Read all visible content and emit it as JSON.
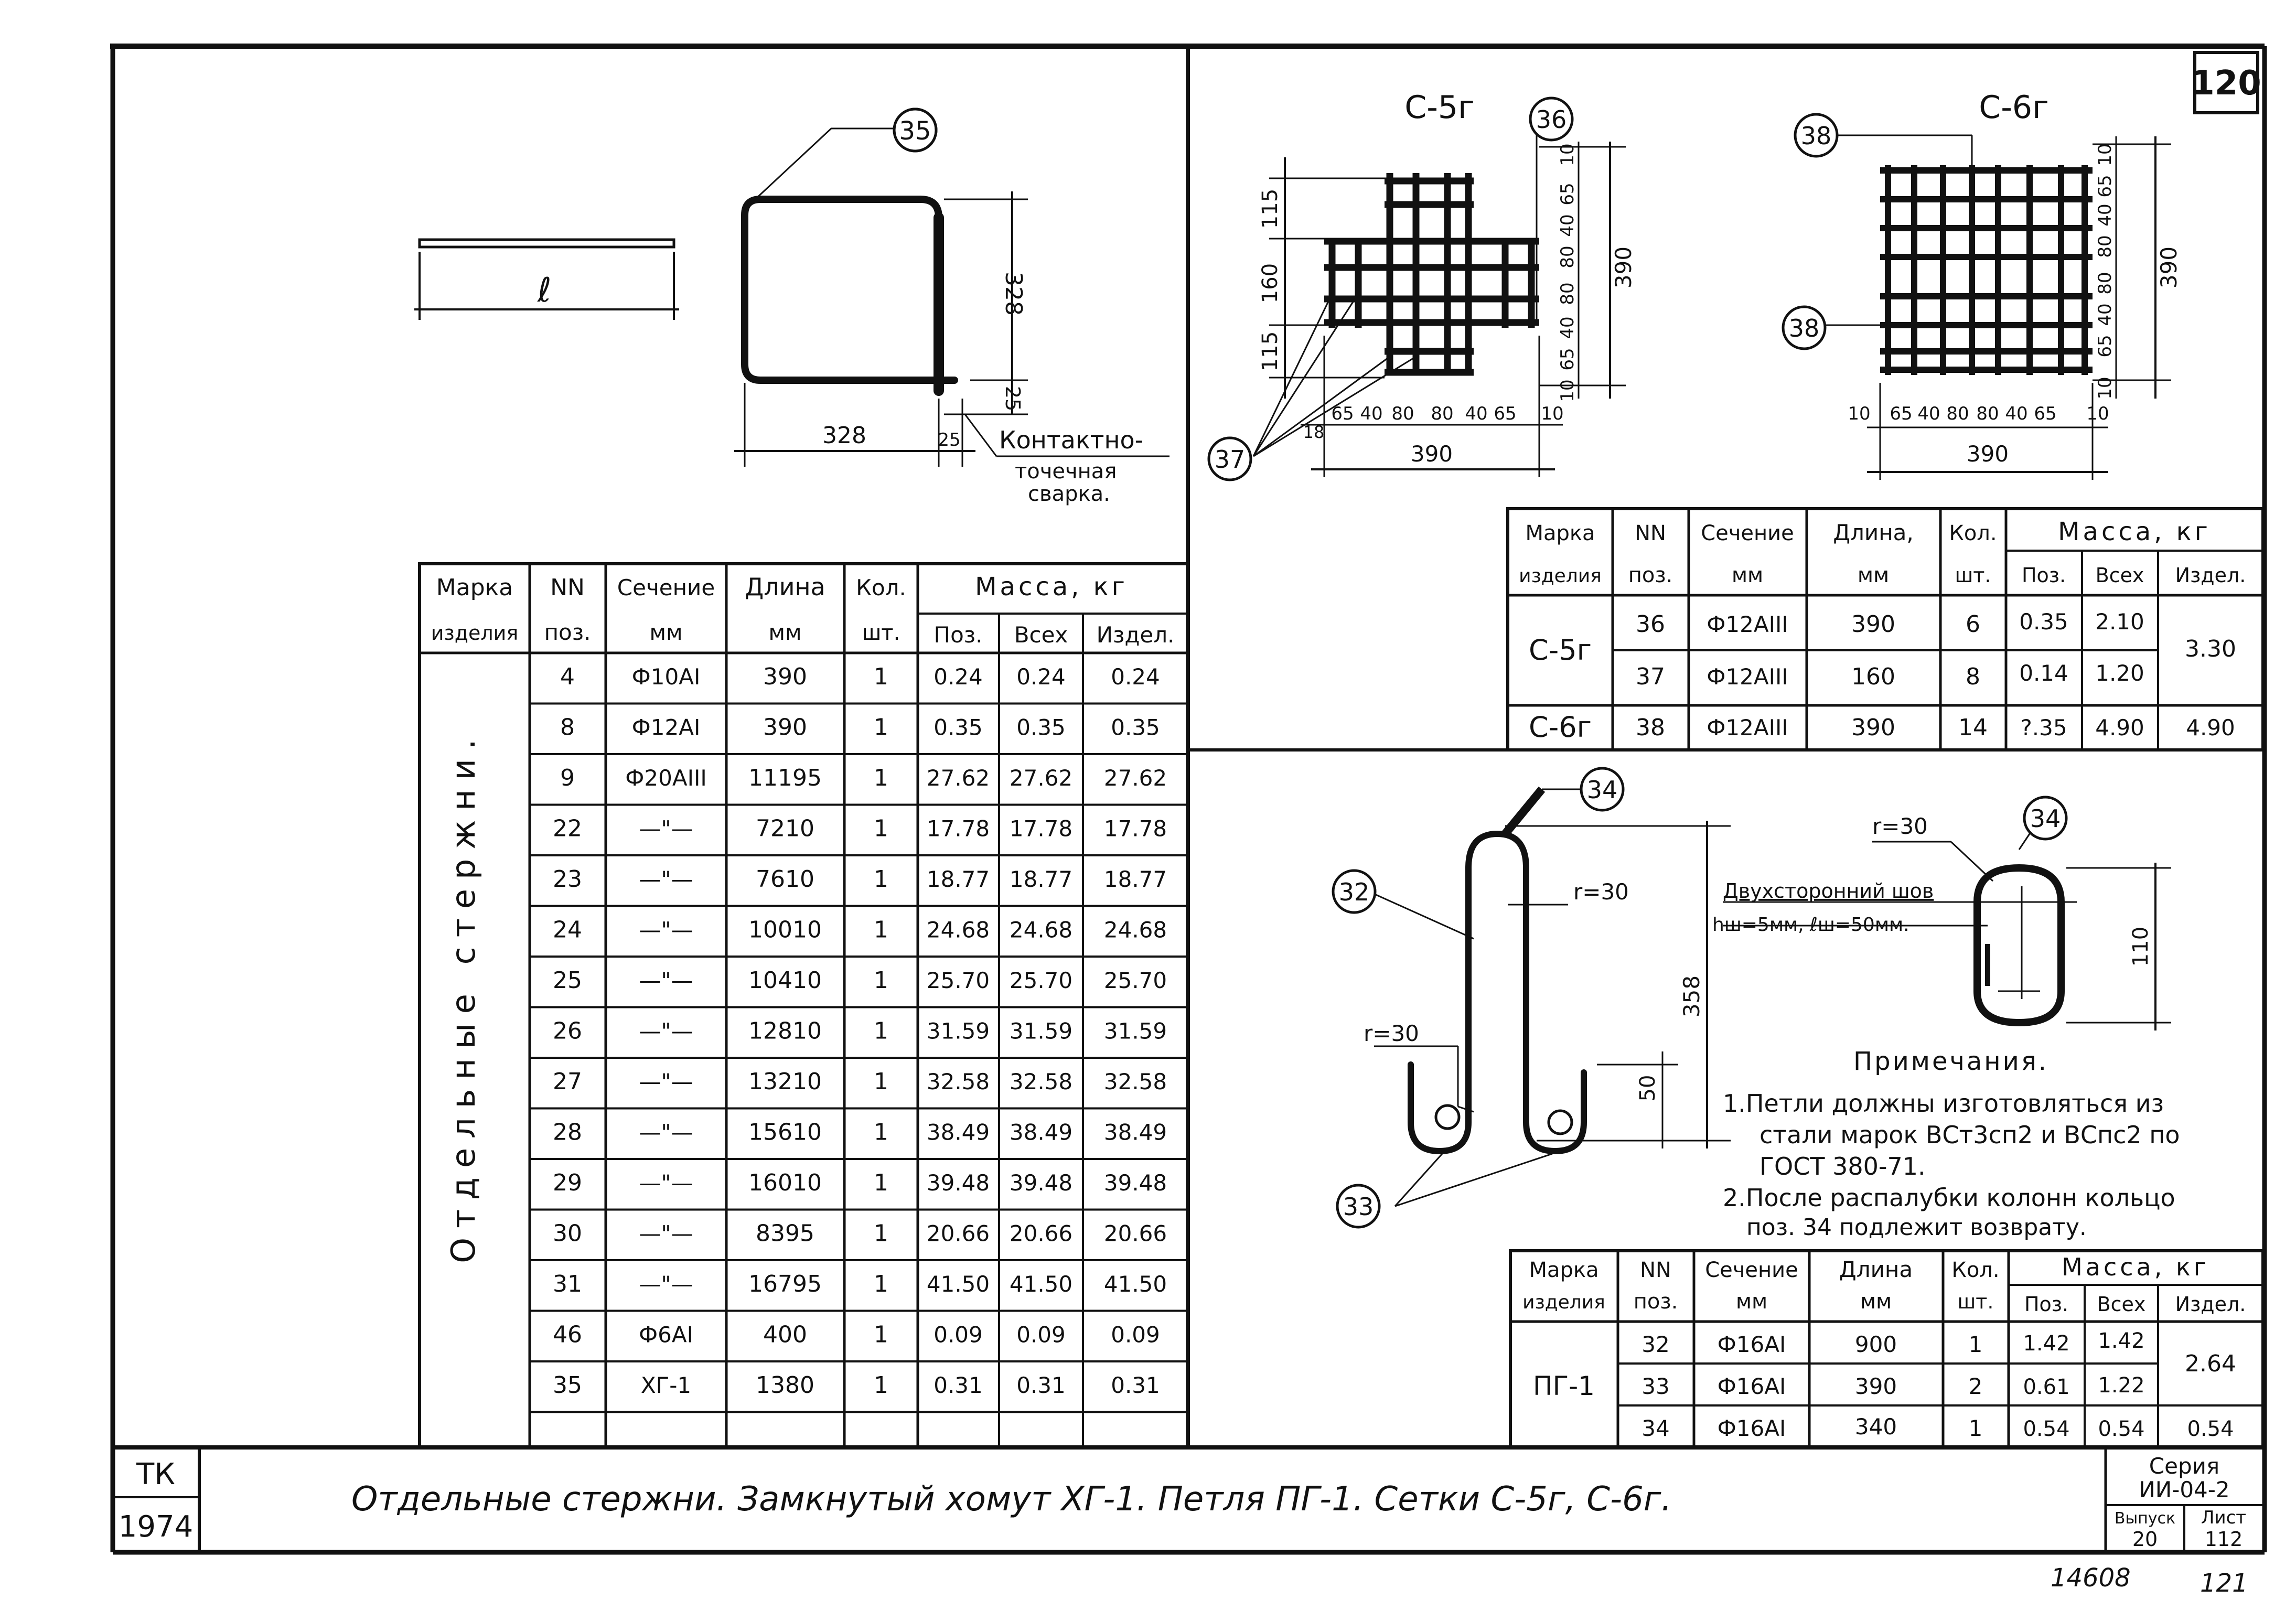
{
  "sheet_number": "120",
  "stamp": {
    "tk": "ТК",
    "year": "1974"
  },
  "title": "Отдельные стержни. Замкнутый хомут ХГ-1. Петля ПГ-1. Сетки С-5г, С-6г.",
  "series": {
    "label": "Серия",
    "value": "ИИ-04-2",
    "issue_label": "Выпуск",
    "issue": "20",
    "sheet_label": "Лист",
    "sheet": "112"
  },
  "footer": {
    "archive_no": "14608",
    "page": "121"
  },
  "side_label": "ОТДЕЛЬНЫЕ СТЕРЖНИ.",
  "bar_sketch": {
    "length_label": "ℓ"
  },
  "stirrup": {
    "callout": "35",
    "dim_height": "328",
    "dim_width": "328",
    "dim_hook": "25",
    "dim_hook2": "25",
    "weld_note": [
      "Контактно-",
      "точечная",
      "сварка."
    ]
  },
  "mesh_c5": {
    "title": "С-5г",
    "callout_bar": "36",
    "callout_short": "37",
    "dims_left": [
      "115",
      "160",
      "115"
    ],
    "dims_right": [
      "10",
      "65",
      "40",
      "80",
      "80",
      "40",
      "65",
      "10"
    ],
    "total_right": "390",
    "dims_bottom": [
      "18",
      "65",
      "40",
      "80",
      "80",
      "40",
      "65",
      "10"
    ],
    "total_bottom": "390"
  },
  "mesh_c6": {
    "title": "С-6г",
    "callout_top": "38",
    "callout_mid": "38",
    "dims_right": [
      "10",
      "65",
      "40",
      "80",
      "80",
      "40",
      "65",
      "10"
    ],
    "total_right": "390",
    "dims_bottom": [
      "10",
      "65",
      "40",
      "80",
      "80",
      "40",
      "65",
      "10"
    ],
    "total_bottom": "390"
  },
  "loop": {
    "callout_main": "32",
    "callout_ring": "34",
    "callout_bend": "33",
    "r_top": "r=30",
    "r_bottom": "r=30",
    "dim_height": "358",
    "dim_hook": "50",
    "ring_r": "r=30",
    "ring_callout": "34",
    "ring_dim": "110",
    "weld_label": "Двухсторонний шов",
    "weld_dims": "hш=5мм, ℓш=50мм."
  },
  "notes": {
    "title": "Примечания.",
    "lines": [
      "1.Петли должны изготовляться из",
      "стали марок ВСт3сп2 и ВСпс2 по",
      "ГОСТ 380-71.",
      "2.После распалубки колонн кольцо",
      "поз. 34 подлежит возврату."
    ]
  },
  "headers": {
    "mark": [
      "Марка",
      "изделия"
    ],
    "pos": [
      "NN",
      "поз."
    ],
    "section": [
      "Сечение",
      "мм"
    ],
    "length": [
      "Длина",
      "мм"
    ],
    "qty": [
      "Кол.",
      "шт."
    ],
    "mass": "Масса, кг",
    "mass_pos": "Поз.",
    "mass_all": "Всех",
    "mass_item": "Издел."
  },
  "headers_right": {
    "length": [
      "Длина,",
      "мм"
    ]
  },
  "table_bars": {
    "group_label": "Отдельные стержни.",
    "rows": [
      {
        "pos": "4",
        "section": "Ф10АI",
        "length": "390",
        "qty": "1",
        "m_pos": "0.24",
        "m_all": "0.24",
        "m_item": "0.24"
      },
      {
        "pos": "8",
        "section": "Ф12АI",
        "length": "390",
        "qty": "1",
        "m_pos": "0.35",
        "m_all": "0.35",
        "m_item": "0.35"
      },
      {
        "pos": "9",
        "section": "Ф20АIII",
        "length": "11195",
        "qty": "1",
        "m_pos": "27.62",
        "m_all": "27.62",
        "m_item": "27.62"
      },
      {
        "pos": "22",
        "section": "—\"—",
        "length": "7210",
        "qty": "1",
        "m_pos": "17.78",
        "m_all": "17.78",
        "m_item": "17.78"
      },
      {
        "pos": "23",
        "section": "—\"—",
        "length": "7610",
        "qty": "1",
        "m_pos": "18.77",
        "m_all": "18.77",
        "m_item": "18.77"
      },
      {
        "pos": "24",
        "section": "—\"—",
        "length": "10010",
        "qty": "1",
        "m_pos": "24.68",
        "m_all": "24.68",
        "m_item": "24.68"
      },
      {
        "pos": "25",
        "section": "—\"—",
        "length": "10410",
        "qty": "1",
        "m_pos": "25.70",
        "m_all": "25.70",
        "m_item": "25.70"
      },
      {
        "pos": "26",
        "section": "—\"—",
        "length": "12810",
        "qty": "1",
        "m_pos": "31.59",
        "m_all": "31.59",
        "m_item": "31.59"
      },
      {
        "pos": "27",
        "section": "—\"—",
        "length": "13210",
        "qty": "1",
        "m_pos": "32.58",
        "m_all": "32.58",
        "m_item": "32.58"
      },
      {
        "pos": "28",
        "section": "—\"—",
        "length": "15610",
        "qty": "1",
        "m_pos": "38.49",
        "m_all": "38.49",
        "m_item": "38.49"
      },
      {
        "pos": "29",
        "section": "—\"—",
        "length": "16010",
        "qty": "1",
        "m_pos": "39.48",
        "m_all": "39.48",
        "m_item": "39.48"
      },
      {
        "pos": "30",
        "section": "—\"—",
        "length": "8395",
        "qty": "1",
        "m_pos": "20.66",
        "m_all": "20.66",
        "m_item": "20.66"
      },
      {
        "pos": "31",
        "section": "—\"—",
        "length": "16795",
        "qty": "1",
        "m_pos": "41.50",
        "m_all": "41.50",
        "m_item": "41.50"
      },
      {
        "pos": "46",
        "section": "Ф6АI",
        "length": "400",
        "qty": "1",
        "m_pos": "0.09",
        "m_all": "0.09",
        "m_item": "0.09"
      },
      {
        "pos": "35",
        "section": "ХГ-1",
        "length": "1380",
        "qty": "1",
        "m_pos": "0.31",
        "m_all": "0.31",
        "m_item": "0.31"
      }
    ]
  },
  "table_mesh": {
    "c5": {
      "mark": "С-5г",
      "m_item": "3.30",
      "rows": [
        {
          "pos": "36",
          "section": "Ф12АIII",
          "length": "390",
          "qty": "6",
          "m_pos": "0.35",
          "m_all": "2.10"
        },
        {
          "pos": "37",
          "section": "Ф12АIII",
          "length": "160",
          "qty": "8",
          "m_pos": "0.14",
          "m_all": "1.20"
        }
      ]
    },
    "c6": {
      "mark": "С-6г",
      "pos": "38",
      "section": "Ф12АIII",
      "length": "390",
      "qty": "14",
      "m_pos": "?.35",
      "m_all": "4.90",
      "m_item": "4.90"
    }
  },
  "table_loop": {
    "mark": "ПГ-1",
    "m_item": "2.64",
    "rows": [
      {
        "pos": "32",
        "section": "Ф16АI",
        "length": "900",
        "qty": "1",
        "m_pos": "1.42",
        "m_all": "1.42"
      },
      {
        "pos": "33",
        "section": "Ф16АI",
        "length": "390",
        "qty": "2",
        "m_pos": "0.61",
        "m_all": "1.22"
      },
      {
        "pos": "34",
        "section": "Ф16АI",
        "length": "340",
        "qty": "1",
        "m_pos": "0.54",
        "m_all": "0.54",
        "m_item": "0.54"
      }
    ]
  }
}
